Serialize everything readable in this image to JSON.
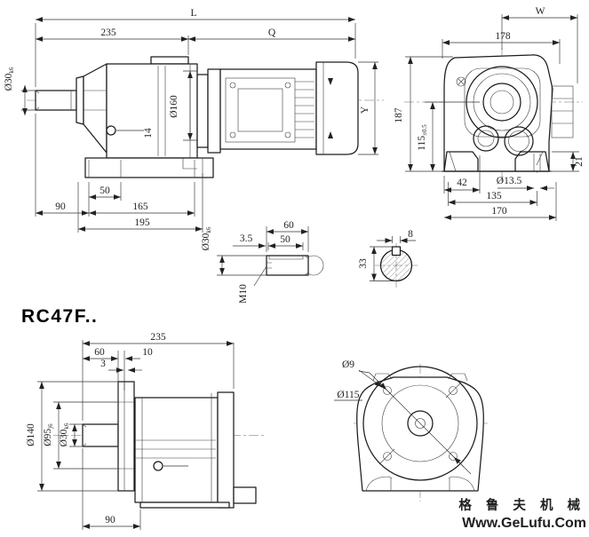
{
  "title": "RC47F..",
  "watermark": {
    "brand": "格 鲁 夫 机 械",
    "url": "Www.GeLufu.Com",
    "color": "#f29b9b"
  },
  "top_side_view": {
    "total_length": "L",
    "motor_section": "Q",
    "gear_unit_length": "235",
    "shaft_dia": "Ø30",
    "shaft_dia_tol": "k6",
    "input_flange_dia": "Ø160",
    "plug_offset": "14",
    "foot_pad": "50",
    "shaft_end_to_foot": "90",
    "foot_span": "165",
    "base_length": "195",
    "motor_dia": "Y"
  },
  "top_end_view": {
    "terminal_box_width": "W",
    "housing_width": "178",
    "overall_height": "187",
    "shaft_height": "115",
    "shaft_height_tol": "±0.5",
    "foot_edge": "42",
    "foot_hole_dia": "Ø13.5",
    "hole_spacing": "135",
    "foot_width": "170",
    "foot_height": "21"
  },
  "shaft_detail": {
    "shaft_length": "60",
    "key_offset": "3.5",
    "key_length": "50",
    "shaft_dia": "Ø30",
    "shaft_dia_tol": "k6",
    "center_tap": "M10"
  },
  "key_section": {
    "key_width": "8",
    "section_height": "33"
  },
  "bottom_side_view": {
    "total_length": "235",
    "shaft_length": "60",
    "flange_offset": "10",
    "gap": "3",
    "flange_dia": "Ø140",
    "spigot_dia": "Ø95",
    "spigot_dia_tol": "j6",
    "shaft_dia": "Ø30",
    "shaft_dia_tol": "k6",
    "foot_length": "90"
  },
  "bottom_end_view": {
    "bolt_hole_dia": "Ø9",
    "bolt_circle_dia": "Ø115"
  }
}
